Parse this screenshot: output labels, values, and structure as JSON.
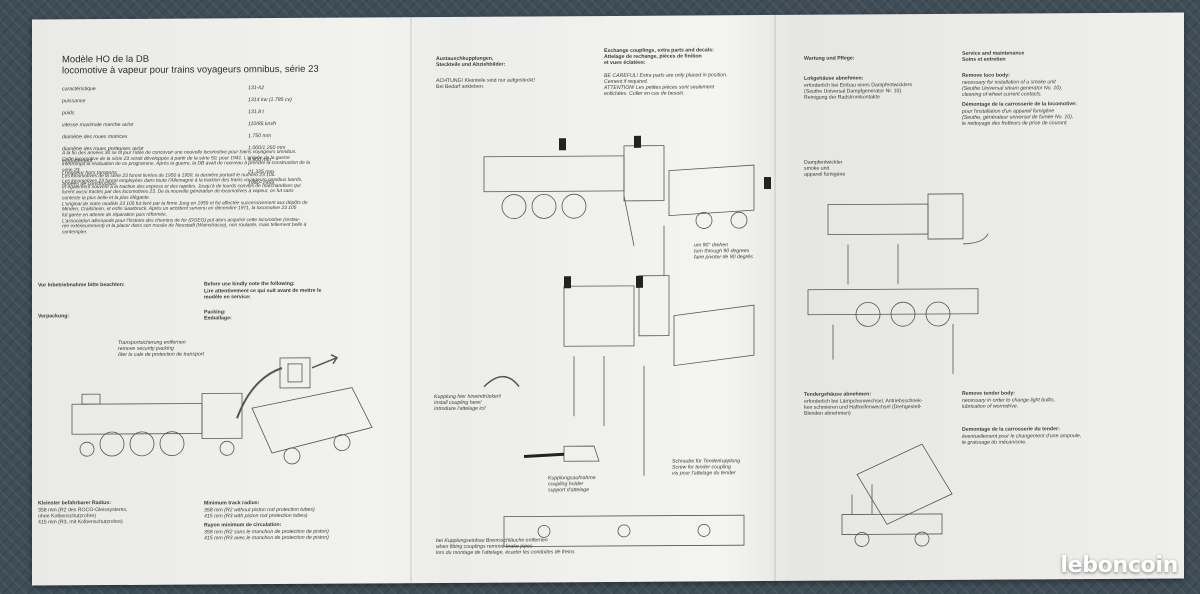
{
  "col1": {
    "title_1": "Modèle HO de la DB",
    "title_2": "locomotive à vapeur pour trains voyageurs omnibus, série 23",
    "specs": [
      {
        "label": "caractéristique",
        "value": "131-h2"
      },
      {
        "label": "puissance",
        "value": "1314 kw (1.785 cv)"
      },
      {
        "label": "poids",
        "value": "131,8 t"
      },
      {
        "label": "vitesse maximale marche av/ar",
        "value": "110/85 km/h"
      },
      {
        "label": "diamètre des roues motrices",
        "value": "1.750 mm"
      },
      {
        "label": "diamètre des roues porteuses av/ar",
        "value": "1.000/1.250 mm"
      },
      {
        "label": "empattement",
        "value": "9.900 mm"
      },
      {
        "label": "Longueur hors tampons",
        "value": "21.325 mm"
      },
      {
        "label": "années de construction",
        "value": "1950–1959"
      }
    ],
    "history": "A la fin des années 30 se fit jour l'idée de concevoir une nouvelle locomotive pour trains voyageurs omnibus.\nCette locomotive de la série 23 serait développée à partir de la série 50, pour 1941. L'arrivée de la guerre\ninterrompit la réalisation de ce programme. Après la guerre, la DB avait de nouveau à prendre la construction de la\nsérie 23.\nLes locomotives de la série 23 furent livrées de 1950 à 1959, la dernière portant le numéro 23 105.\nLes locomotives 23 furent employées dans toute l'Allemagne à la traction des trains voyageurs omnibus lourds,\net également souvent à la traction des express et des rapides. Jusqu'à de lourds convois de marchandises qui\nfurent aussi tractés par des locomotives 23. De la nouvelle génération de locomotives à vapeur, ce fut sans\nconteste la plus belle et la plus élégante.\nL'original de notre modèle 23 105 fut livré par la firme Jung en 1959 et fut affectée successivement aux dépôts de\nMinden, Crailsheim, et enfin Saarbruck. Après un accident survenu en décembre 1971, la locomotive 23 105\nfut garée en attente de réparation puis réformée.\nL'association allemande pour l'histoire des chemins de fer (DGEG) put alors acquérir cette locomotive (restau-\nrée extérieurement) et la placer dans son musée de Neustadt (Weinstrasse), non roulante, mais tellement belle à\ncontempler.",
    "before_use_de": "Vor Inbetriebnahme bitte beachten:",
    "before_use_en": "Before use kindly note the following:",
    "before_use_fr": "Lire attentivement ce qui suit avant de mettre le\nmodèle en service:",
    "packing_de": "Verpackung:",
    "packing_en": "Packing:\nEmballage:",
    "transport_note": "Transportsicherung entfernen\nremove security packing\nôter la cale de protection de transport",
    "radius_de_title": "Kleinster befahrbarer Radius:",
    "radius_de_text": "358 mm (R2 des ROCO-Gleissystems,\n            ohne Kolbenschutzrohre)\n415 mm (R3, mit Kolbenschutzrohre)",
    "radius_en_title": "Minimum track radius:",
    "radius_en_text": "358 mm (R2 without piston rod protection tubes)\n415 mm (R3 with piston rod protection tubes)",
    "radius_fr_title": "Rayon minimum de circulation:",
    "radius_fr_text": "358 mm (R2 sans le manchon de protection de piston)\n415 mm (R3 avec le manchon de protection de piston)"
  },
  "col2": {
    "de_title": "Austauschkupplungen,\nSteckteile und Abziehbilder:",
    "de_note": "ACHTUNG! Kleinteile sind nur aufgesteckt!\nBei Bedarf ankleben.",
    "en_title": "Exchange couplings, extra parts and decals:\nAttelage de rechange, pièces de finition\net vues éclatées:",
    "en_note": "BE CAREFUL! Extra parts are only placed in position.\nCement if required.\nATTENTION! Les petites pièces sont seulement\nenfichées. Coller en cas de besoin.",
    "turn_note": "um 90° drehen\nturn through 90 degrees\nfaire pivoter de 90 degrés",
    "coupling_here": "Kupplung hier hineindrücken!\nInstall coupling here!\nIntroduire l'attelage ici!",
    "coupling_holder": "Kupplungsaufnahme\ncoupling holder\nsupport d'attelage",
    "screw_note": "Schraube für Tenderkupplung\nScrew for tender coupling\nvis pour l'attelage du tender",
    "brake_note": "bei Kupplungseinbau Bremsschläuche entfernen\nwhen fitting couplings remove brake pipes\nlors du montage de l'attelage, écarter les conduites de freins"
  },
  "col3": {
    "care_de": "Wartung und Pflege:",
    "care_en": "Service and maintenance\nSoins et entretien",
    "loco_de_title": "Lokgehäuse abnehmen:",
    "loco_de_text": "erforderlich bei Einbau eines Dampfentwicklers\n(Seuthe Universal Dampfgenerator Nr. 10)\nReinigung der Radstromkontakte",
    "loco_en_title": "Remove loco body:",
    "loco_en_text": "necessary for installation of a smoke unit\n(Seuthe Universal steam generator No. 10),\ncleaning of wheel current contacts.",
    "loco_fr_title": "Démontage de la carrosserie de la locomotive:",
    "loco_fr_text": "pour l'installation d'un appareil fumigène\n(Seuthe, générateur universel de fumée No. 10),\nle nettoyage des frotteurs de prise de courant.",
    "smoke_label": "Dampfentwickler\nsmoke unit\nappareil fumigène",
    "tender_de_title": "Tendergehäuse abnehmen:",
    "tender_de_text": "erforderlich bei Lämpchenwechsel, Antriebsschnek-\nken schmieren und Haftreifenwechsel (Drehgestell-\nBlenden abnehmen)",
    "tender_en_title": "Remove tender body:",
    "tender_en_text": "necessary in order to change light bulbs,\nlubrication of wormdrive.",
    "tender_fr_title": "Demontage de la carrosserie du tender:",
    "tender_fr_text": "éventuellement pour le changement d'une ampoule,\nle graissage du mécanisme."
  },
  "logo": "leboncoin"
}
